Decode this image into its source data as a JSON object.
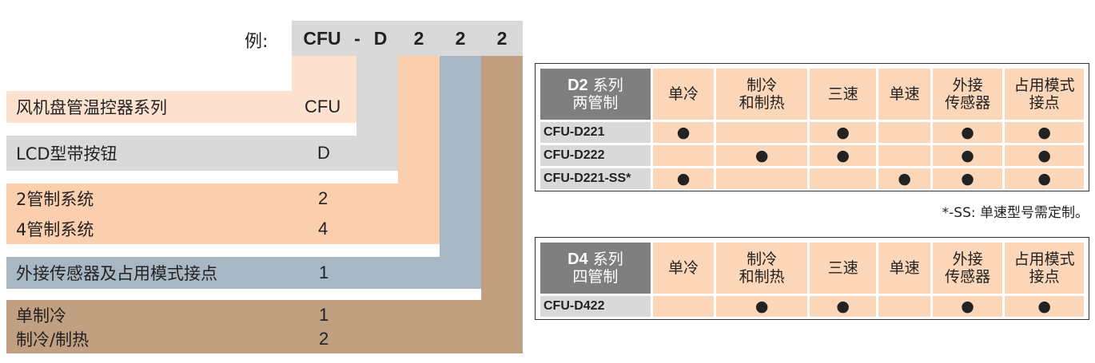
{
  "example": {
    "label": "例:",
    "codes": [
      "CFU",
      "-",
      "D",
      "2",
      "2",
      "2"
    ]
  },
  "rows": [
    {
      "text": "风机盘管温控器系列",
      "code": "CFU"
    },
    {
      "text": "LCD型带按钮",
      "code": "D"
    },
    {
      "text": "2管制系统",
      "code": "2"
    },
    {
      "text": "4管制系统",
      "code": "4"
    },
    {
      "text": "外接传感器及占用模式接点",
      "code": "1"
    },
    {
      "text": "单制冷",
      "code": "1"
    },
    {
      "text": "制冷/制热",
      "code": "2"
    }
  ],
  "colors": {
    "cfu": "#fde3cf",
    "d": "#d9d9d9",
    "pipes": "#fbcfae",
    "sensor": "#a7b7c3",
    "mode": "#c19f81",
    "header_gray": "#d9d9d9"
  },
  "table_d2": {
    "title_bold": "D2",
    "title_rest": "系列",
    "title_line2": "两管制",
    "headers": [
      [
        "单冷"
      ],
      [
        "制冷",
        "和制热"
      ],
      [
        "三速"
      ],
      [
        "单速"
      ],
      [
        "外接",
        "传感器"
      ],
      [
        "占用模式",
        "接点"
      ]
    ],
    "rows": [
      {
        "model": "CFU-D221",
        "cells": [
          "●",
          "",
          "●",
          "",
          "●",
          "●"
        ]
      },
      {
        "model": "CFU-D222",
        "cells": [
          "",
          "●",
          "●",
          "",
          "●",
          "●"
        ]
      },
      {
        "model": "CFU-D221-SS*",
        "cells": [
          "●",
          "",
          "",
          "●",
          "●",
          "●"
        ]
      }
    ]
  },
  "note": "*-SS: 单速型号需定制。",
  "table_d4": {
    "title_bold": "D4",
    "title_rest": "系列",
    "title_line2": "四管制",
    "headers": [
      [
        "单冷"
      ],
      [
        "制冷",
        "和制热"
      ],
      [
        "三速"
      ],
      [
        "单速"
      ],
      [
        "外接",
        "传感器"
      ],
      [
        "占用模式",
        "接点"
      ]
    ],
    "rows": [
      {
        "model": "CFU-D422",
        "cells": [
          "",
          "●",
          "●",
          "",
          "●",
          "●"
        ]
      }
    ]
  }
}
